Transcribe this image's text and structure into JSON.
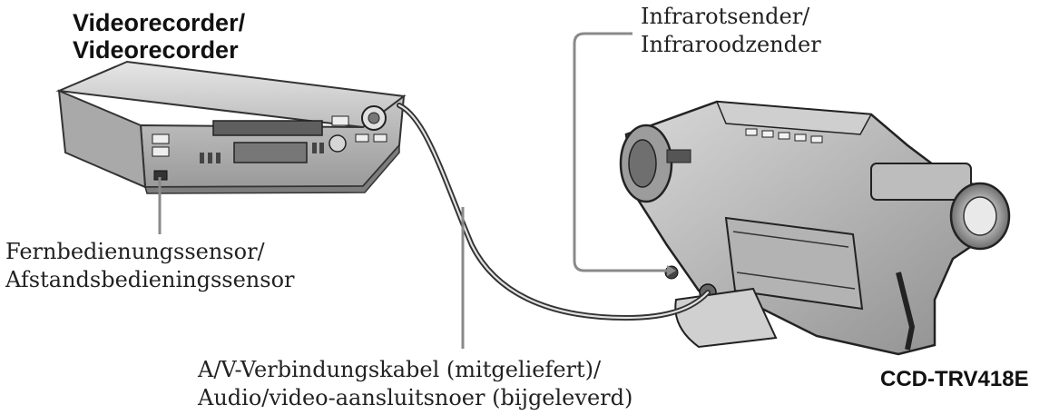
{
  "vcr_label": {
    "line1": "Videorecorder/",
    "line2": "Videorecorder"
  },
  "ir_label": {
    "line1": "Infrarotsender/",
    "line2": "Infraroodzender"
  },
  "remote_sensor_label": {
    "line1": "Fernbedienungssensor/",
    "line2": "Afstandsbedieningssensor"
  },
  "cable_label": {
    "line1": "A/V-Verbindungskabel (mitgeliefert)/",
    "line2": "Audio/video-aansluitsnoer (bijgeleverd)"
  },
  "model_label": "CCD-TRV418E"
}
